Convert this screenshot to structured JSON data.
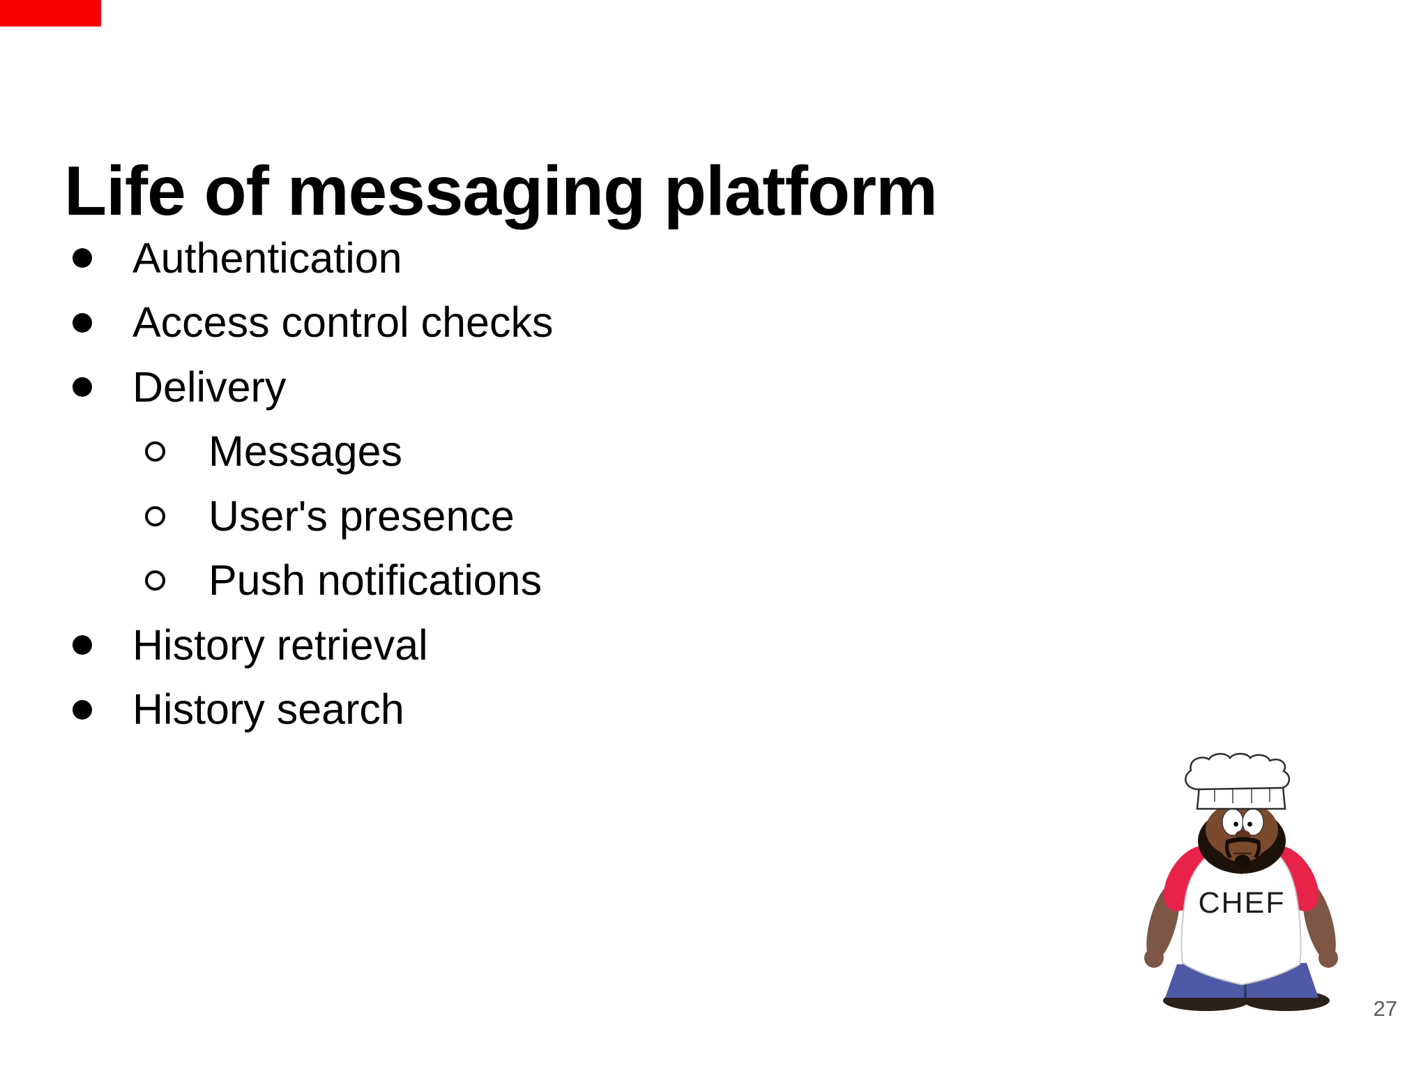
{
  "slide": {
    "title": "Life of messaging platform",
    "page_number": "27",
    "bullets": [
      {
        "level": 1,
        "text": "Authentication"
      },
      {
        "level": 1,
        "text": "Access control checks"
      },
      {
        "level": 1,
        "text": "Delivery"
      },
      {
        "level": 2,
        "text": "Messages"
      },
      {
        "level": 2,
        "text": "User's presence"
      },
      {
        "level": 2,
        "text": "Push notifications"
      },
      {
        "level": 1,
        "text": "History retrieval"
      },
      {
        "level": 1,
        "text": "History search"
      }
    ]
  },
  "chef_image": {
    "apron_label": "CHEF",
    "description": "cartoon chef character with white chef hat, red-sleeved shirt, white CHEF apron, blue pants"
  },
  "colors": {
    "background": "#ffffff",
    "text": "#000000",
    "red_bar": "#f70000",
    "page_number": "#5a5a5a",
    "sleeve_red": "#e8234a",
    "skin": "#7a4a2d",
    "arm": "#7d5645",
    "beard": "#1d1209",
    "pants": "#5059a5",
    "shoes": "#2a211a",
    "hat_outline": "#2e2e2e",
    "apron_outline": "#c9c9c9"
  }
}
